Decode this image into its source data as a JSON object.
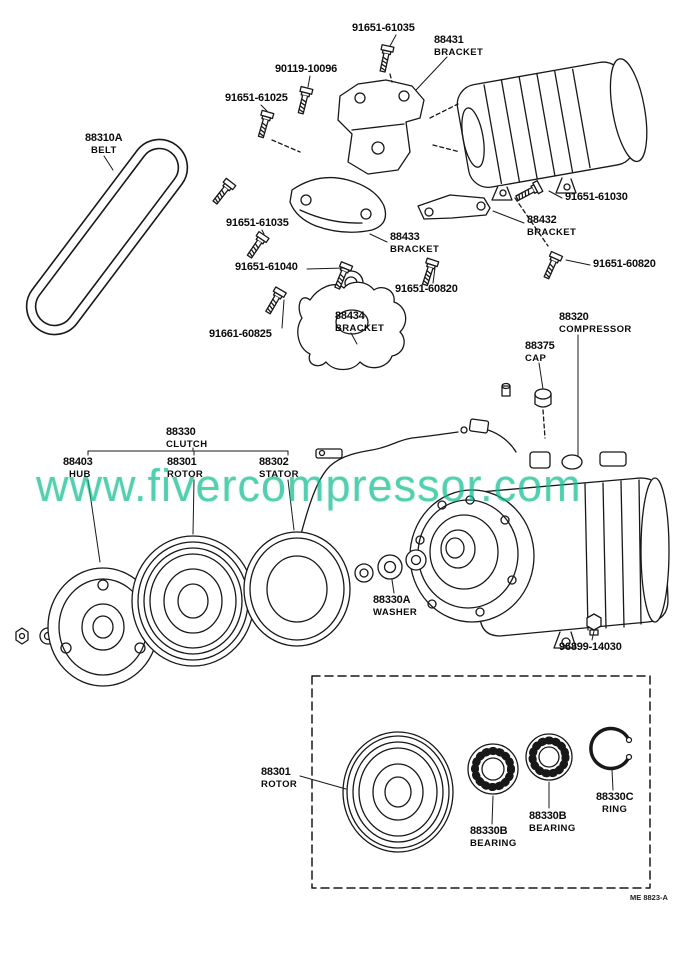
{
  "watermark": "www.fivercompressor.com",
  "doc_code": "ME 8823-A",
  "parts": {
    "bolt_91651_61035_top": {
      "num": "91651-61035"
    },
    "bracket_88431": {
      "num": "88431",
      "name": "BRACKET"
    },
    "bolt_90119_10096": {
      "num": "90119-10096"
    },
    "bolt_91651_61025": {
      "num": "91651-61025"
    },
    "belt_88310a": {
      "num": "88310A",
      "name": "BELT"
    },
    "bolt_91651_61030": {
      "num": "91651-61030"
    },
    "bracket_88432": {
      "num": "88432",
      "name": "BRACKET"
    },
    "bolt_91651_61035_mid": {
      "num": "91651-61035"
    },
    "bracket_88433": {
      "num": "88433",
      "name": "BRACKET"
    },
    "bolt_91651_61040": {
      "num": "91651-61040"
    },
    "bolt_91651_60820_right": {
      "num": "91651-60820"
    },
    "bolt_91651_60820_mid": {
      "num": "91651-60820"
    },
    "bolt_91661_60825": {
      "num": "91661-60825"
    },
    "bracket_88434": {
      "num": "88434",
      "name": "BRACKET"
    },
    "compressor_88320": {
      "num": "88320",
      "name": "COMPRESSOR"
    },
    "cap_88375": {
      "num": "88375",
      "name": "CAP"
    },
    "clutch_88330": {
      "num": "88330",
      "name": "CLUTCH"
    },
    "hub_88403": {
      "num": "88403",
      "name": "HUB"
    },
    "rotor_88301_upper": {
      "num": "88301",
      "name": "ROTOR"
    },
    "stator_88302": {
      "num": "88302",
      "name": "STATOR"
    },
    "washer_88330a": {
      "num": "88330A",
      "name": "WASHER"
    },
    "nut_96899_14030": {
      "num": "96899-14030"
    },
    "rotor_88301_lower": {
      "num": "88301",
      "name": "ROTOR"
    },
    "bearing_88330b_left": {
      "num": "88330B",
      "name": "BEARING"
    },
    "bearing_88330b_right": {
      "num": "88330B",
      "name": "BEARING"
    },
    "ring_88330c": {
      "num": "88330C",
      "name": "RING"
    }
  }
}
